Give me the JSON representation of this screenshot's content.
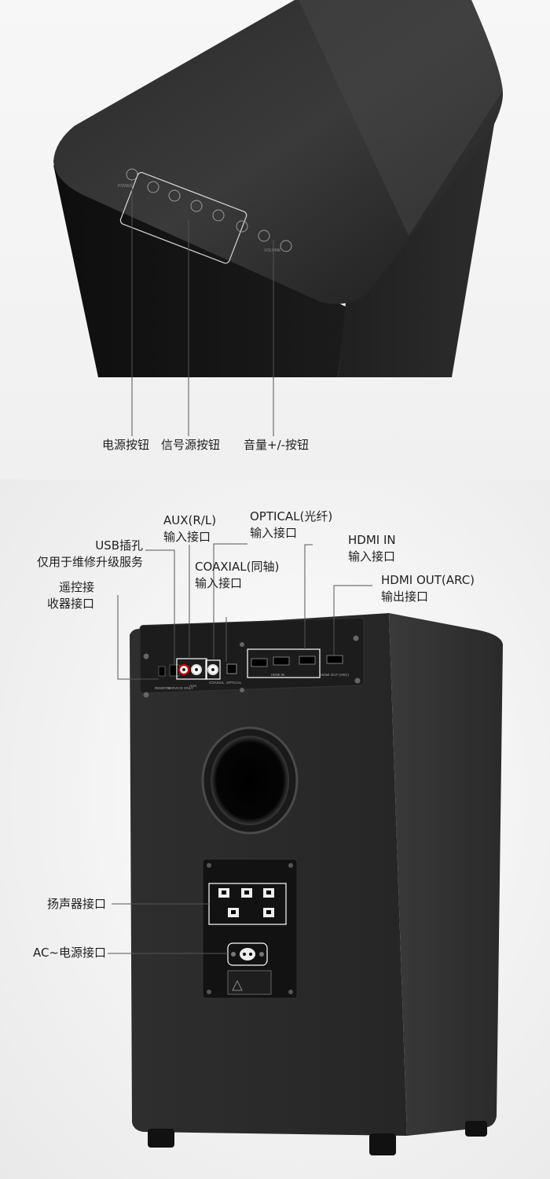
{
  "top_labels": {
    "power_button": "电源按钮",
    "source_button": "信号源按钮",
    "volume_button": "音量+/-按钮"
  },
  "top_panel_legends": {
    "power": "POWER",
    "volume": "VOLUME"
  },
  "rear_labels": {
    "aux_line1": "AUX(R/L)",
    "aux_line2": "输入接口",
    "optical_line1": "OPTICAL(光纤)",
    "optical_line2": "输入接口",
    "usb_line1": "USB插孔",
    "usb_line2": "仅用于维修升级服务",
    "hdmi_in_line1": "HDMI IN",
    "hdmi_in_line2": "输入接口",
    "coaxial_line1": "COAXIAL(同轴)",
    "coaxial_line2": "输入接口",
    "hdmi_out_line1": "HDMI OUT(ARC)",
    "hdmi_out_line2": "输出接口",
    "remote_line1": "遥控接",
    "remote_line2": "收器接口",
    "speaker": "扬声器接口",
    "ac_power": "AC~电源接口"
  },
  "panel_legends": {
    "remote": "REMOTE",
    "service": "SERVICE ONLY",
    "aux": "AUX",
    "coaxial": "COAXIAL",
    "optical": "OPTICAL",
    "hdmi_in": "HDMI IN",
    "hdmi_out": "HDMI OUT (ARC)"
  },
  "colors": {
    "speaker_body": "#2b2b2b",
    "panel": "#1a1a1a",
    "callout_line": "#555555",
    "highlight_box": "#ffffff"
  }
}
